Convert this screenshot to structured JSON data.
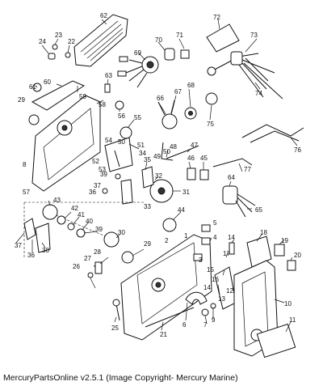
{
  "caption": "MercuryPartsOnline v2.5.1 (Image Copyright- Mercury Marine)",
  "labels": [
    "1",
    "2",
    "3",
    "4",
    "5",
    "6",
    "7",
    "8",
    "9",
    "10",
    "11",
    "12",
    "13",
    "14",
    "14",
    "15",
    "16",
    "17",
    "18",
    "19",
    "20",
    "21",
    "22",
    "23",
    "24",
    "25",
    "26",
    "27",
    "28",
    "29",
    "29",
    "30",
    "31",
    "32",
    "33",
    "34",
    "35",
    "36",
    "36",
    "37",
    "37",
    "38",
    "39",
    "39",
    "40",
    "41",
    "42",
    "43",
    "44",
    "45",
    "46",
    "47",
    "48",
    "49",
    "50",
    "50",
    "51",
    "52",
    "53",
    "54",
    "55",
    "56",
    "57",
    "58",
    "59",
    "60",
    "61",
    "62",
    "63",
    "64",
    "65",
    "66",
    "67",
    "68",
    "69",
    "70",
    "71",
    "72",
    "73",
    "74",
    "75",
    "76",
    "77"
  ]
}
